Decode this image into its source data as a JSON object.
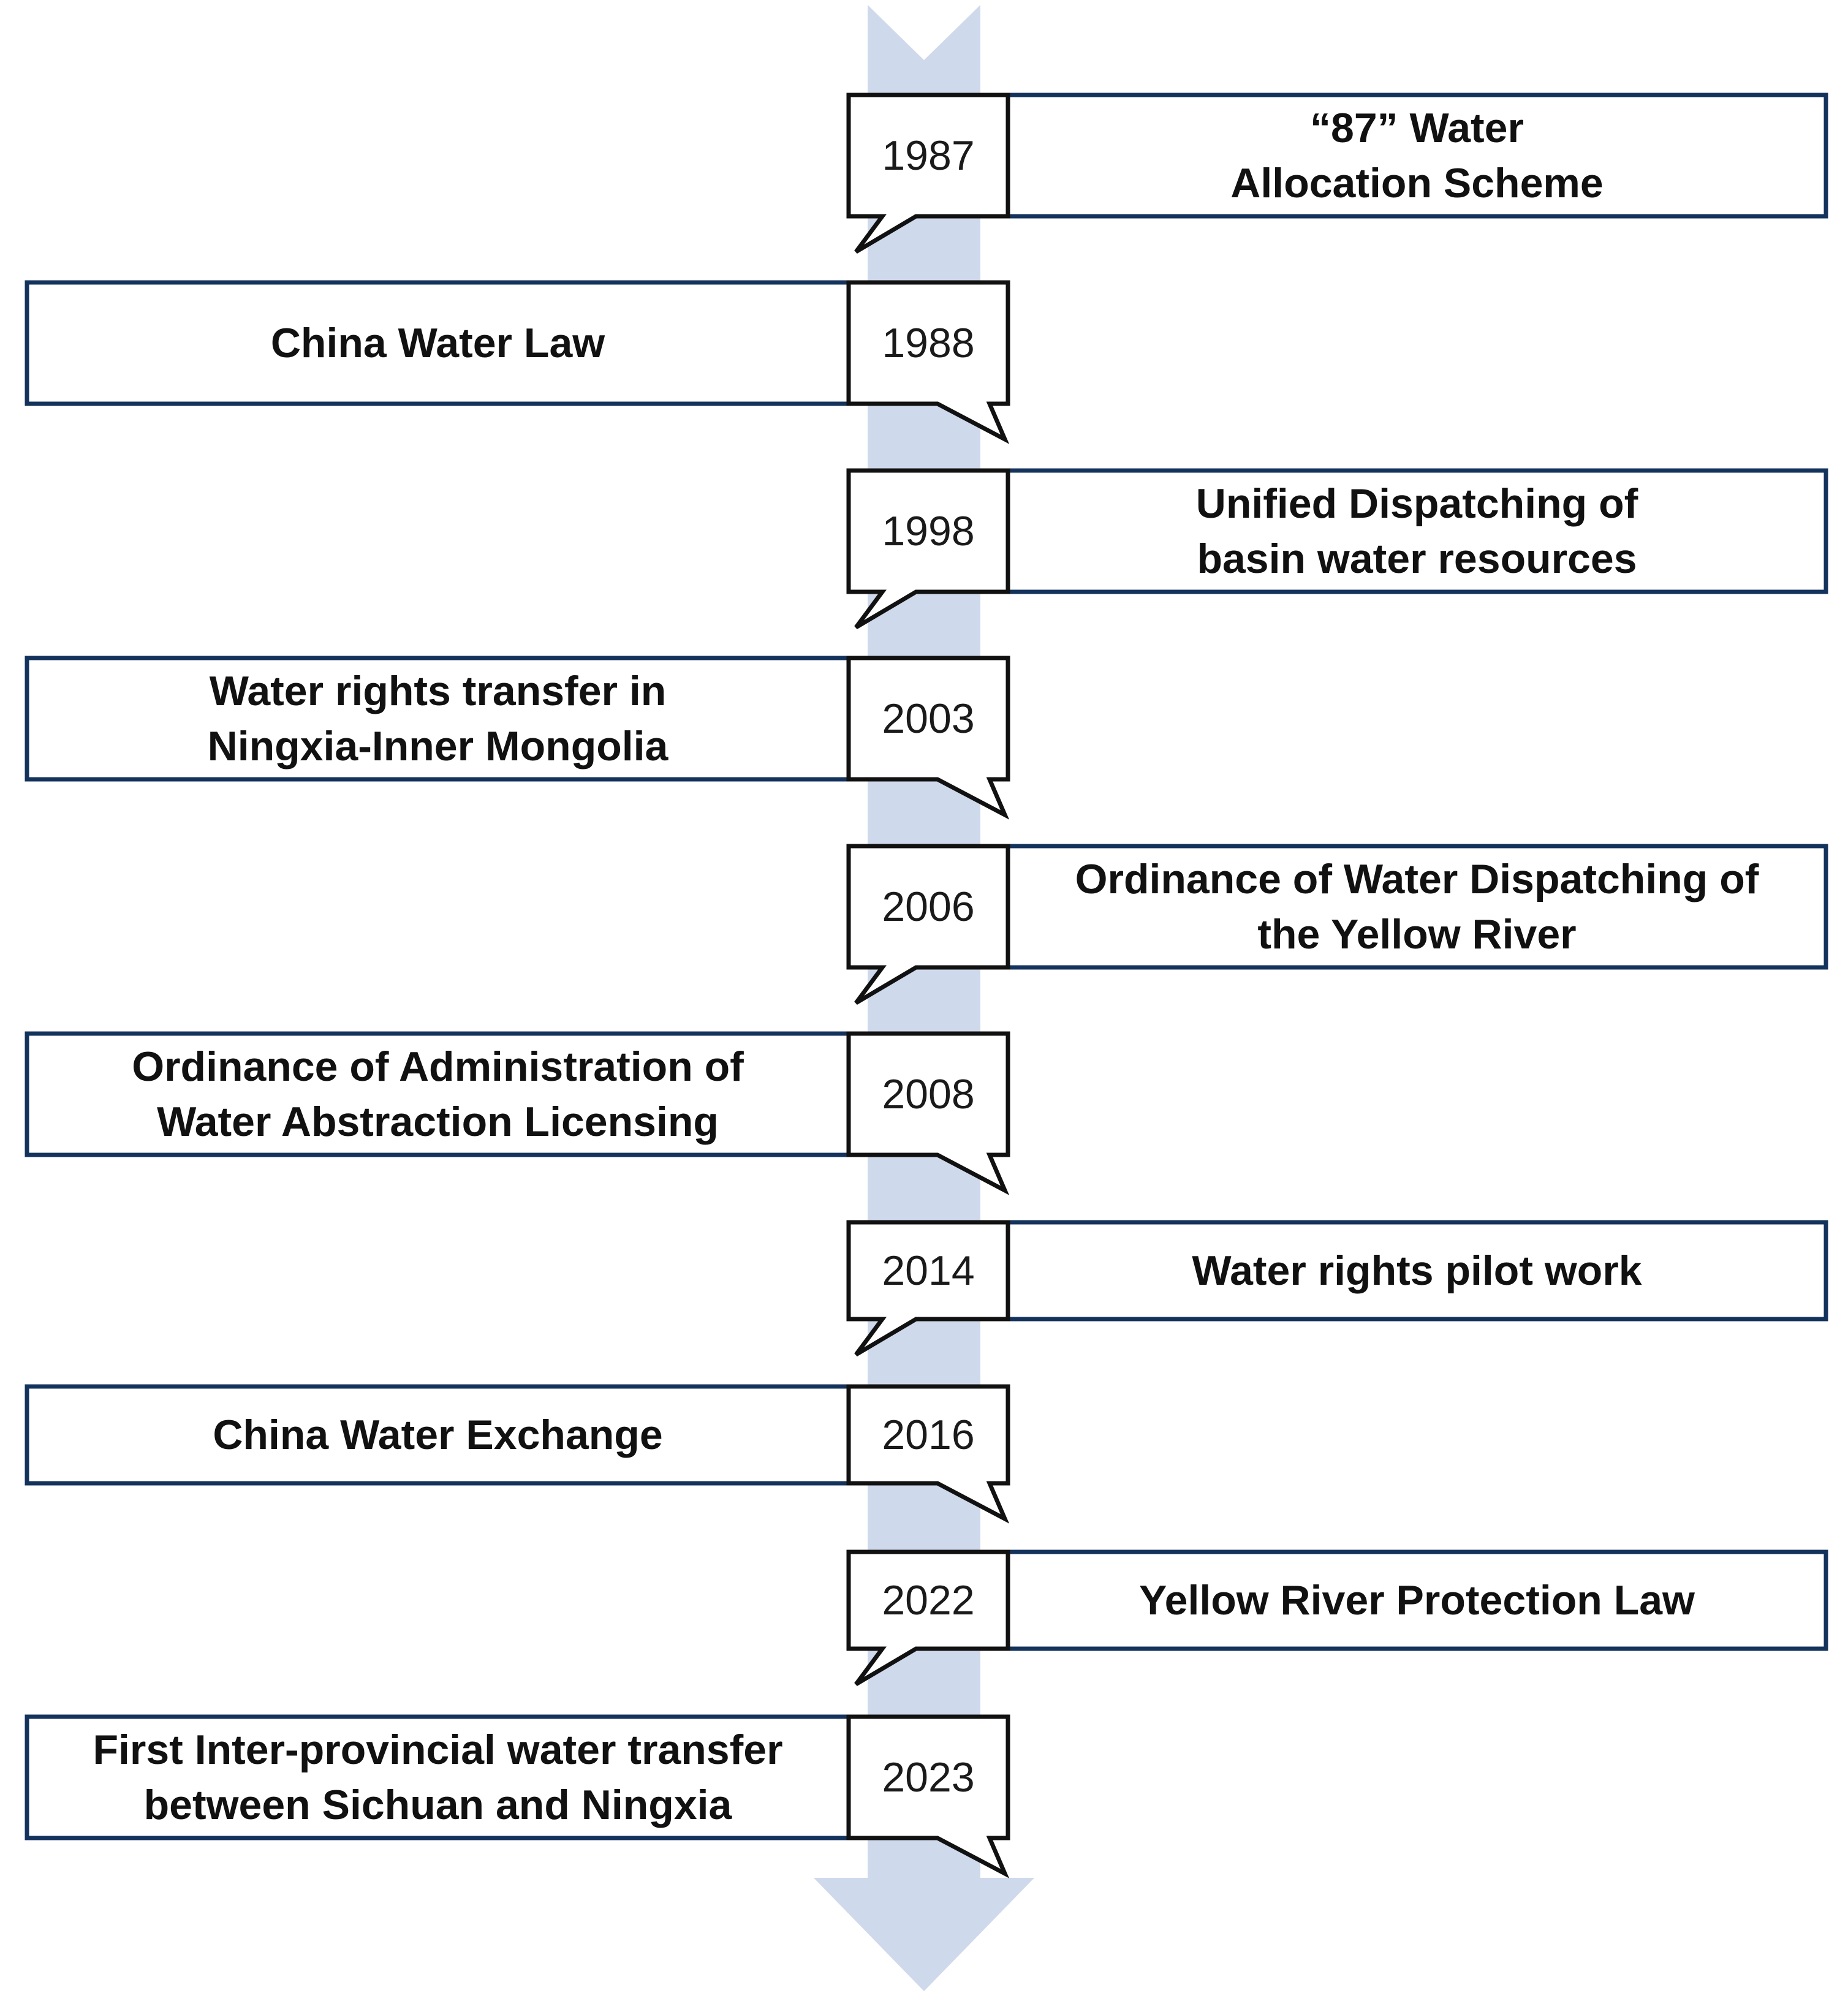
{
  "colors": {
    "arrow": "#cfd9ec",
    "box_border": "#14335c",
    "bubble_border": "#111111",
    "text": "#111111"
  },
  "timeline": {
    "direction": "downward",
    "events": [
      {
        "year": "1987",
        "side": "right",
        "label_lines": [
          "“87” Water",
          "Allocation Scheme"
        ]
      },
      {
        "year": "1988",
        "side": "left",
        "label_lines": [
          "China Water Law"
        ]
      },
      {
        "year": "1998",
        "side": "right",
        "label_lines": [
          "Unified Dispatching of",
          "basin water resources"
        ]
      },
      {
        "year": "2003",
        "side": "left",
        "label_lines": [
          "Water rights transfer in",
          "Ningxia-Inner Mongolia"
        ]
      },
      {
        "year": "2006",
        "side": "right",
        "label_lines": [
          "Ordinance of Water Dispatching of",
          "the Yellow River"
        ]
      },
      {
        "year": "2008",
        "side": "left",
        "label_lines": [
          "Ordinance of Administration of",
          "Water Abstraction Licensing"
        ]
      },
      {
        "year": "2014",
        "side": "right",
        "label_lines": [
          "Water rights pilot work"
        ]
      },
      {
        "year": "2016",
        "side": "left",
        "label_lines": [
          "China Water Exchange"
        ]
      },
      {
        "year": "2022",
        "side": "right",
        "label_lines": [
          "Yellow River Protection Law"
        ]
      },
      {
        "year": "2023",
        "side": "left",
        "label_lines": [
          "First Inter-provincial water transfer",
          "between Sichuan and Ningxia"
        ]
      }
    ]
  }
}
